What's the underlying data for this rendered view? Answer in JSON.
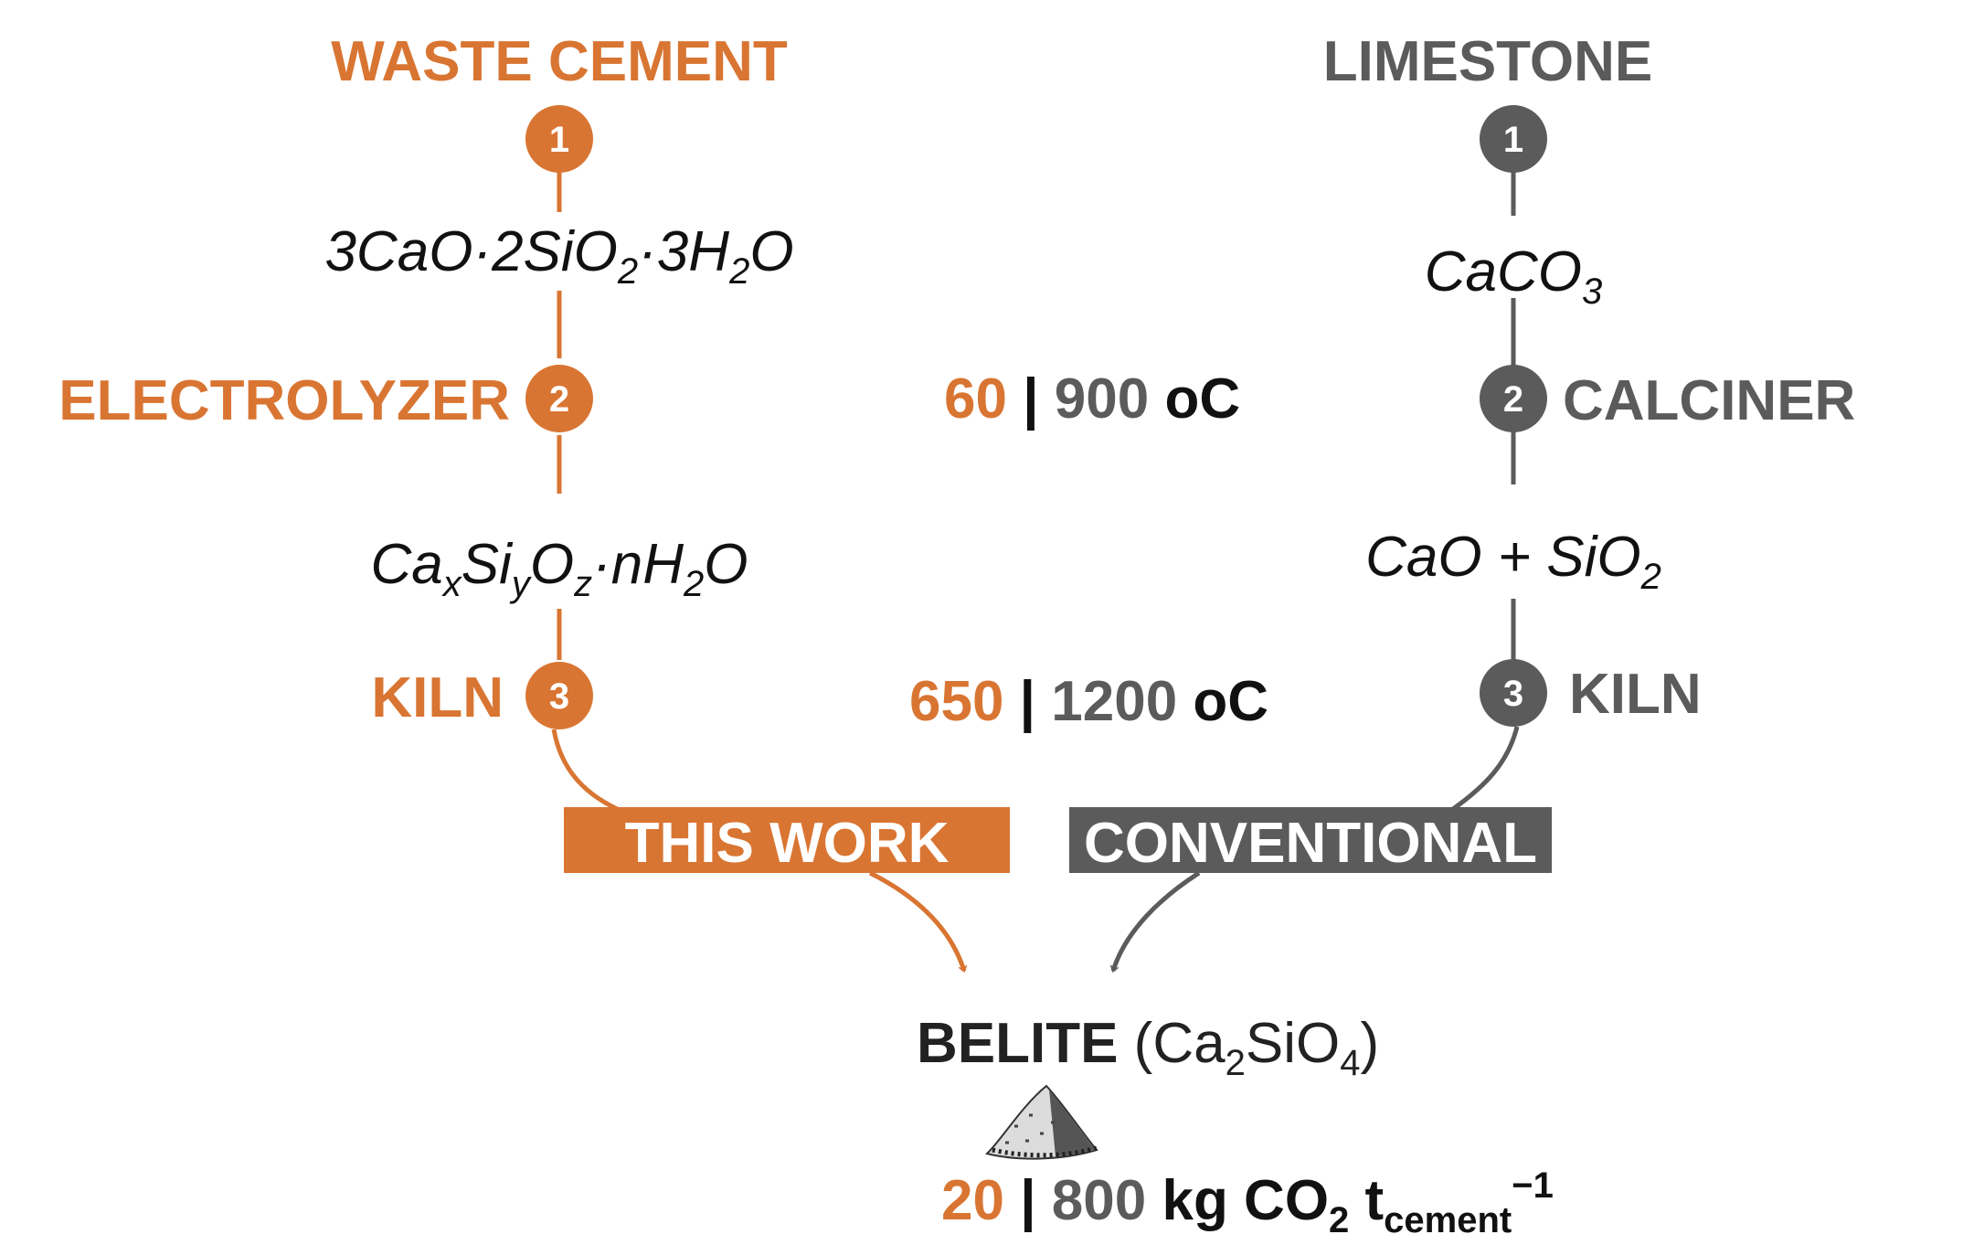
{
  "colors": {
    "orange": "#D97532",
    "gray": "#5B5B5B",
    "dark": "#111111",
    "white": "#FFFFFF"
  },
  "left_route": {
    "header": "WASTE CEMENT",
    "steps": [
      {
        "number": "1"
      },
      {
        "number": "2",
        "label": "ELECTROLYZER"
      },
      {
        "number": "3",
        "label": "KILN"
      }
    ],
    "input_formula": {
      "a": "3CaO·2SiO",
      "a_sub": "2",
      "b": "·3H",
      "b_sub": "2",
      "c": "O"
    },
    "intermediate_formula": {
      "p1": "Ca",
      "s1": "x",
      "p2": "Si",
      "s2": "y",
      "p3": "O",
      "s3": "z",
      "p4": "·nH",
      "s4": "2",
      "p5": "O"
    },
    "band_label": "THIS WORK"
  },
  "right_route": {
    "header": "LIMESTONE",
    "steps": [
      {
        "number": "1"
      },
      {
        "number": "2",
        "label": "CALCINER"
      },
      {
        "number": "3",
        "label": "KILN"
      }
    ],
    "input_formula": {
      "a": "CaCO",
      "a_sub": "3"
    },
    "intermediate_formula": {
      "a": "CaO + SiO",
      "a_sub": "2"
    },
    "band_label": "CONVENTIONAL"
  },
  "temperatures": {
    "step2": {
      "this_work": "60",
      "separator": " | ",
      "conventional": "900 ",
      "unit": "oC"
    },
    "step3": {
      "this_work": "650",
      "separator": " | ",
      "conventional": "1200 ",
      "unit": "oC"
    }
  },
  "product": {
    "name": "BELITE",
    "formula_open": " (Ca",
    "formula_sub1": "2",
    "formula_mid": "SiO",
    "formula_sub2": "4",
    "formula_close": ")",
    "icon": "powder-pile-icon"
  },
  "emissions": {
    "this_work": "20",
    "separator": " | ",
    "conventional": "800",
    "unit_a": " kg CO",
    "unit_a_sub": "2",
    "unit_b": " t",
    "unit_b_sub": "cement",
    "unit_b_sup": "−1"
  }
}
